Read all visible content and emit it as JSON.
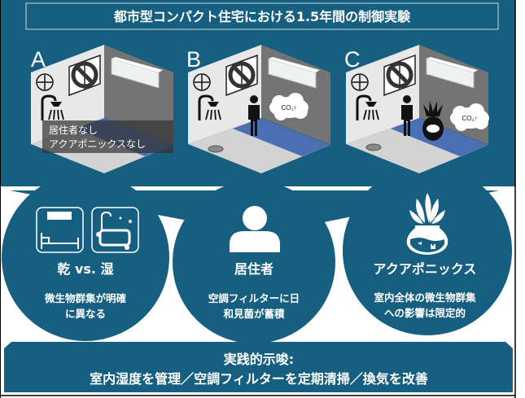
{
  "title": "都市型コンパクト住宅における1.5年間の制御実験",
  "colors": {
    "teal": "#175f80",
    "left_wall": "#e8e8e8",
    "right_wall": "#747474",
    "floor": "#d3d3d3",
    "carpet": "#4b6fb3"
  },
  "rooms": [
    {
      "letter": "A",
      "label_lines": [
        "居住者なし",
        "アクアポニックスなし"
      ]
    },
    {
      "letter": "B",
      "co2": "CO₂↑"
    },
    {
      "letter": "C",
      "co2": "CO₂↑"
    }
  ],
  "findings": [
    {
      "icons": [
        "air-conditioner-bed-icon",
        "shower-bath-icon"
      ],
      "title": "乾 vs. 湿",
      "desc": [
        "微生物群集が明確",
        "に異なる"
      ]
    },
    {
      "icons": [
        "person-icon"
      ],
      "title": "居住者",
      "desc": [
        "空調フィルターに日",
        "和見菌が蓄積"
      ]
    },
    {
      "icons": [
        "aquaponics-icon"
      ],
      "title": "アクアポニックス",
      "desc": [
        "室内全体の微生物群集",
        "への影響は限定的"
      ]
    }
  ],
  "implications": {
    "heading": "実践的示唆:",
    "text": "室内湿度を管理／空調フィルターを定期清掃／換気を改善"
  }
}
